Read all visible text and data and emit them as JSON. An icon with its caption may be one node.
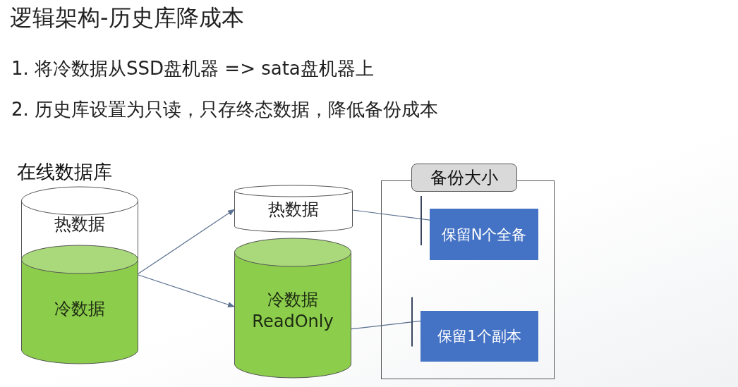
{
  "diagram": {
    "title": "逻辑架构-历史库降成本",
    "nodes": [
      {
        "text": [
          "在线数据库",
          "热数据"
        ]
      },
      {
        "text": [
          "冷数据"
        ]
      },
      {
        "text": [
          "热数据"
        ]
      },
      {
        "text": [
          "冷数据 ReadOnly"
        ]
      },
      {
        "text": [
          "备份大小"
        ]
      },
      {
        "text": [
          "保留N个全备"
        ],
        "in": 4
      },
      {
        "text": [
          "保留1个副本"
        ],
        "in": 4
      }
    ],
    "edges": [
      {
        "from": 1,
        "to": 2,
        "arrow": "to"
      },
      {
        "from": 1,
        "to": 3,
        "arrow": "to"
      },
      {
        "from": 2,
        "to": 5,
        "arrow": "other"
      },
      {
        "from": 3,
        "to": 6,
        "arrow": "other"
      }
    ],
    "labels": [
      "1. 将冷数据从SSD盘机器 => sata盘机器上",
      "2. 历史库设置为只读，只存终态数据，降低备份成本"
    ]
  }
}
